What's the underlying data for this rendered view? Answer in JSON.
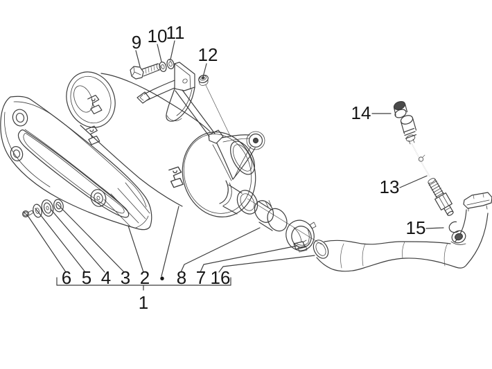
{
  "figure": {
    "background_color": "#ffffff",
    "line_color": "#3c3c3c",
    "label_color": "#161616",
    "leader_color": "#6b6b6b",
    "callouts": {
      "n1": "1",
      "n2": "2",
      "n3": "3",
      "n4": "4",
      "n5": "5",
      "n6": "6",
      "n7": "7",
      "n8": "8",
      "n9": "9",
      "n10": "10",
      "n11": "11",
      "n12": "12",
      "n13": "13",
      "n14": "14",
      "n15": "15",
      "n16": "16",
      "bullet": "•"
    },
    "bottom_row_order": [
      "6",
      "5",
      "4",
      "3",
      "2",
      "•",
      "8",
      "7",
      "16"
    ],
    "group_label": "1"
  }
}
